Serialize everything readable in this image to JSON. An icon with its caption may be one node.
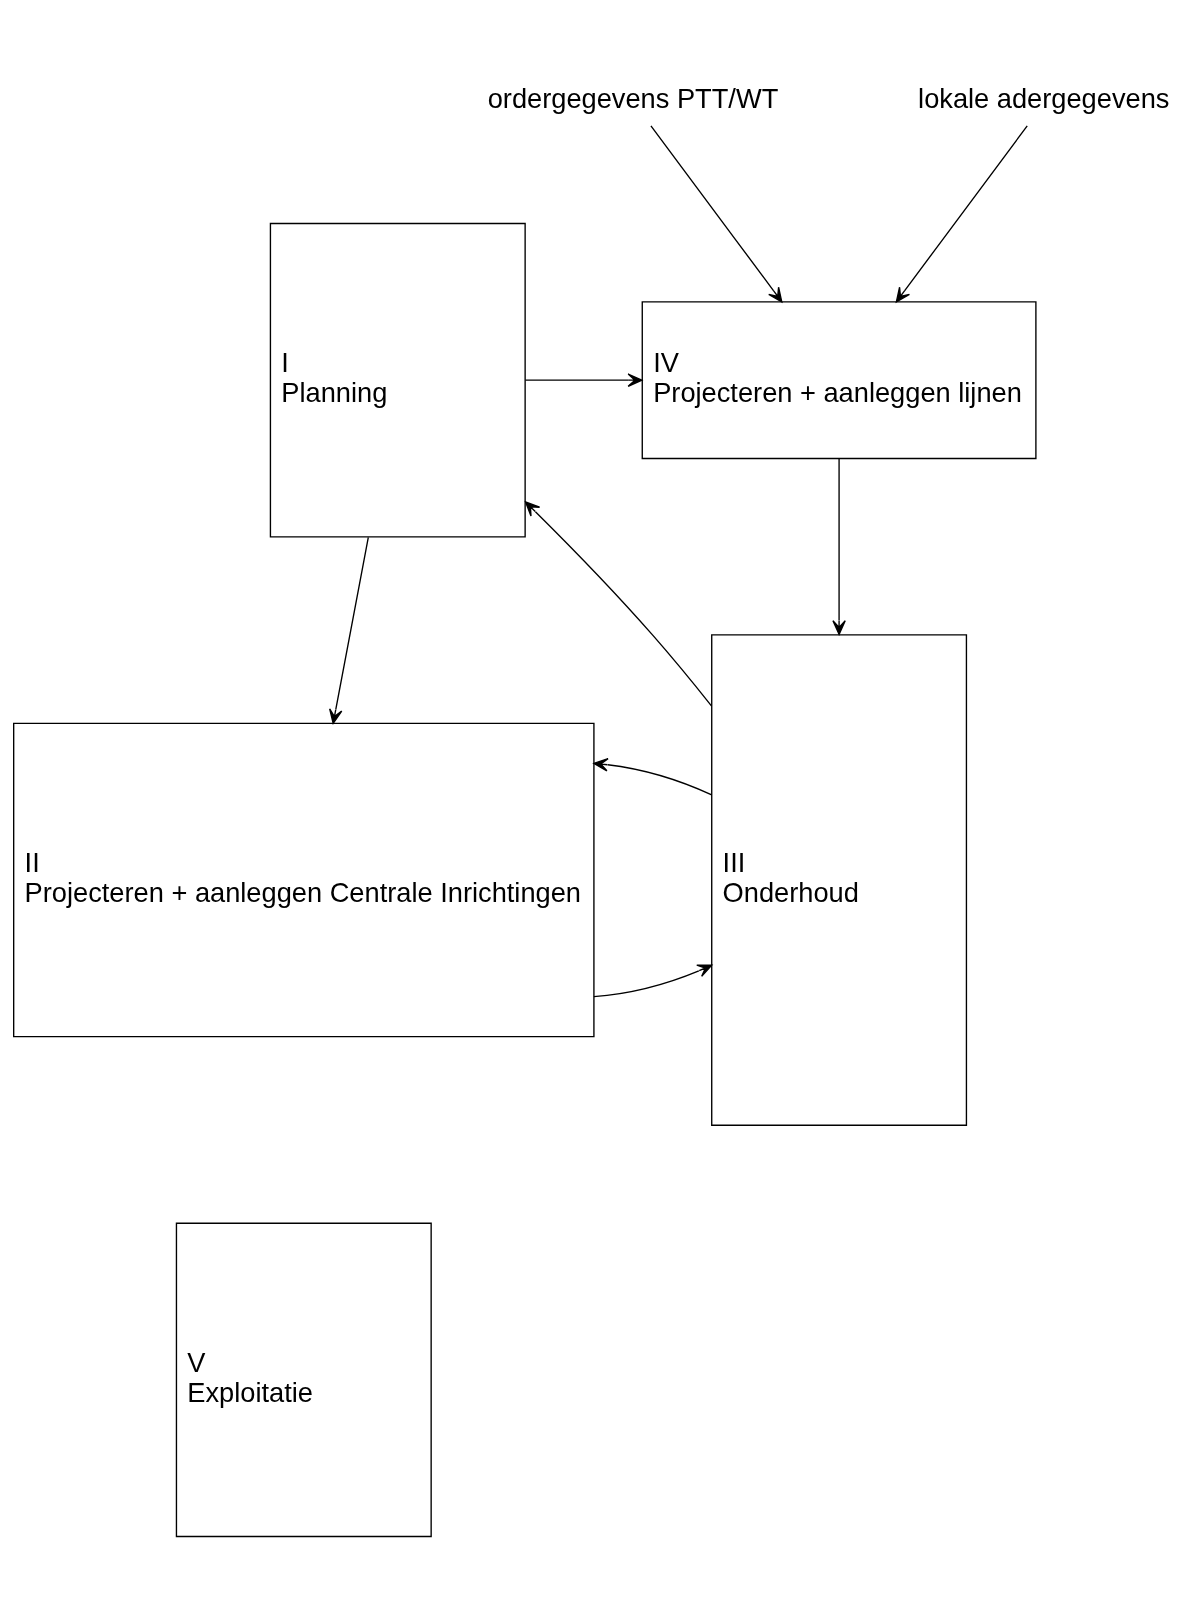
{
  "diagram": {
    "nodes": [
      {
        "text": [
          "I",
          "Planning"
        ]
      },
      {
        "text": [
          "IV",
          "Projecteren + aanleggen lijnen"
        ]
      },
      {
        "text": [
          "III",
          "Onderhoud"
        ]
      },
      {
        "text": [
          "II",
          "Projecteren + aanleggen Centrale Inrichtingen"
        ]
      },
      {
        "text": [
          "V",
          "Exploitatie"
        ]
      },
      {
        "text": [
          "ordergegevens PTT/WT"
        ]
      },
      {
        "text": [
          "lokale adergegevens"
        ]
      }
    ],
    "edges": [
      {
        "from": 0,
        "to": 1,
        "arrow": "to"
      },
      {
        "from": 1,
        "to": 2,
        "arrow": "to"
      },
      {
        "from": 2,
        "to": 0,
        "arrow": "to"
      },
      {
        "from": 0,
        "to": 3,
        "arrow": "to"
      },
      {
        "from": 3,
        "to": 2,
        "arrow": "to"
      },
      {
        "from": 2,
        "to": 3,
        "arrow": "to"
      },
      {
        "from": 5,
        "to": 1,
        "arrow": "to"
      },
      {
        "from": 6,
        "to": 1,
        "arrow": "to"
      }
    ]
  }
}
